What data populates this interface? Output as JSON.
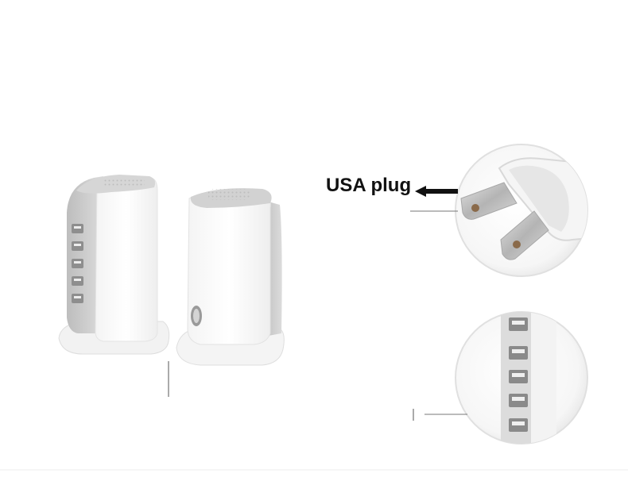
{
  "callout": {
    "label": "USA plug"
  },
  "product": {
    "front_usb_ports": 5,
    "detail_usb_ports": 5
  },
  "colors": {
    "body_white": "#ffffff",
    "trim_gray": "#cfcfcf",
    "port_gray": "#8e8e8e",
    "prong_silver": "#c9c9c9",
    "label_text": "#111111"
  }
}
